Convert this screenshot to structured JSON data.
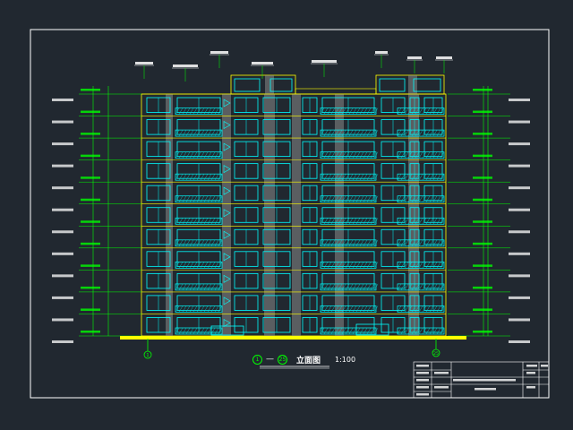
{
  "drawing": {
    "background": "#212830",
    "frame_color": "#ffffff",
    "wall_color": "#ffff00",
    "window_color": "#00ffff",
    "dimension_color": "#00ff00",
    "text_color": "#ffffff",
    "balcony_color": "#00e0e0"
  },
  "caption": {
    "axis_start": "1",
    "dash": "—",
    "axis_end": "25",
    "title": "立面图",
    "scale": "1:100"
  },
  "axes": {
    "left": "1",
    "right": "25"
  }
}
